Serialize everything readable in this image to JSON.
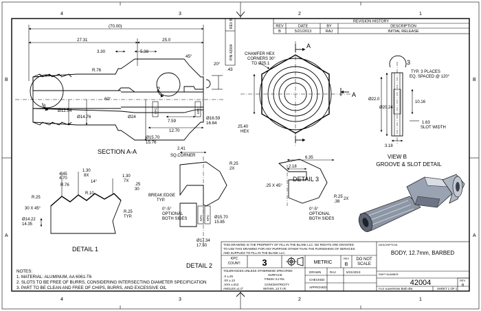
{
  "border": {
    "zones_top": [
      "4",
      "3",
      "2",
      "1"
    ],
    "zones_side": [
      "B",
      "A"
    ]
  },
  "revision": {
    "title": "REVISION HISTORY",
    "headers": [
      "REV",
      "DATE",
      "BY",
      "DESCRIPTION"
    ],
    "row": [
      "B",
      "5/21/2013",
      "RAJ",
      "INITIAL RELEASE"
    ]
  },
  "rotated_block": {
    "rev_tag": "REV B",
    "pn_tag": "P/N 42004"
  },
  "section_aa": {
    "title": "SECTION A-A",
    "dims": [
      "(70.00)",
      "27.31",
      "25.0",
      "3.30",
      "5.38",
      "45°",
      "20°",
      ".43",
      "R.76",
      "60°",
      "Ø12.54",
      "Ø14.76",
      "Ø24",
      "7.59",
      "12.70",
      "Ø15.70",
      "15.76",
      "Ø16.59",
      "16.64"
    ],
    "callouts": [
      "1",
      "2"
    ],
    "kpc": [
      "KPC",
      "KPC"
    ]
  },
  "hex_view": {
    "chamfer_note": [
      "CHAMFER HEX",
      "CORNERS 30°",
      "TO Ø25.1"
    ],
    "hex_dim": [
      "25.40",
      "HEX"
    ],
    "section_labels": [
      "A",
      "A"
    ]
  },
  "view_b": {
    "title": [
      "VIEW B",
      "GROOVE & SLOT DETAIL"
    ],
    "notes": [
      "TYP. 3 PLACES",
      "EQ. SPACED @ 120°"
    ],
    "dims": [
      "Ø22.0",
      "Ø20.24",
      "10.16",
      "1.63",
      "SLOT WIDTH",
      "3.18"
    ],
    "callout": "3"
  },
  "detail1": {
    "title": "DETAIL 1",
    "dims": [
      "4.45",
      "4.70",
      "1.30",
      "8X",
      "14°",
      "1.30",
      "7X",
      ".25",
      "30",
      "R.76",
      "R.10",
      "R.25",
      "30 X 45°",
      "R.25",
      "TYP.",
      "Ø14.22",
      "14.35"
    ]
  },
  "detail2": {
    "title": "DETAIL 2",
    "dims": [
      "2.41",
      "SQ.CORNER",
      "R.25",
      "2X",
      "BREAK EDGE",
      "TYP.",
      "0°-5°",
      "OPTIONAL",
      "BOTH SIDES",
      "Ø15.70",
      "15.85",
      "Ø17.34",
      "17.50"
    ],
    "kpc": [
      "KPC",
      "KPC"
    ]
  },
  "detail3": {
    "title": "DETAIL 3",
    "dims": [
      "6.35",
      "2.18",
      ".25 X 45°",
      "R.25",
      ".38",
      "2X",
      "0°-5°",
      "OPTIONAL",
      "BOTH SIDES"
    ]
  },
  "notes": {
    "title": "NOTES:",
    "items": [
      "1. MATERIAL: ALUMINUM, AA 6061-T6",
      "2. SLOTS TO BE FREE OF BURRS, CONSIDERING INTERSECTING DIAMETER SPECIFICATION",
      "3. PART TO BE CLEAN AND FREE OF CHIPS, BURRS, AND EXCESSIVE OIL"
    ]
  },
  "title_block": {
    "property": [
      "THIS DRAWING IS THE PROPERTY OF FILL IN THE BLANK LLC. NO RIGHTS ARE GRANTED",
      "TO USE THIS DRAWING FOR ANY PURPOSE OTHER THAN THE FURNISHING OF SERVICES",
      "AND SUPPLIES TO FILL IN THE BLANK LLC."
    ],
    "kpc_label": [
      "KPC",
      "COUNT:"
    ],
    "kpc_count": "3",
    "metric": "METRIC",
    "rev_label": "REV",
    "rev_value": "B",
    "do_not_scale": [
      "DO NOT",
      "SCALE"
    ],
    "tolerances_title": "TOLERANCES UNLESS OTHERWISE SPECIFIED",
    "tolerances": [
      ".X   ±.25",
      ".XX  ±.13",
      ".XXX ±.013",
      "ANGLES ±1.0°"
    ],
    "surface": [
      "SURFACE",
      "FINISH 3.2 Ra"
    ],
    "concentricity": [
      "CONCENTRICITY",
      "WITHIN .13 T.I.R."
    ],
    "drawn_label": "DRAWN",
    "drawn_by": "RAJ",
    "drawn_date": "5/21/2013",
    "checked_label": "CHECKED",
    "approved_label": "APPROVED",
    "description_label": "DESCRIPTION",
    "description": "BODY, 12.7mm, BARBED",
    "part_number_label": "PART NUMBER",
    "part_number": "42004",
    "file_name_label": "FILE NAME",
    "file_name": "Hose Barb.slw",
    "sheet": "SHEET 1 OF 1"
  }
}
